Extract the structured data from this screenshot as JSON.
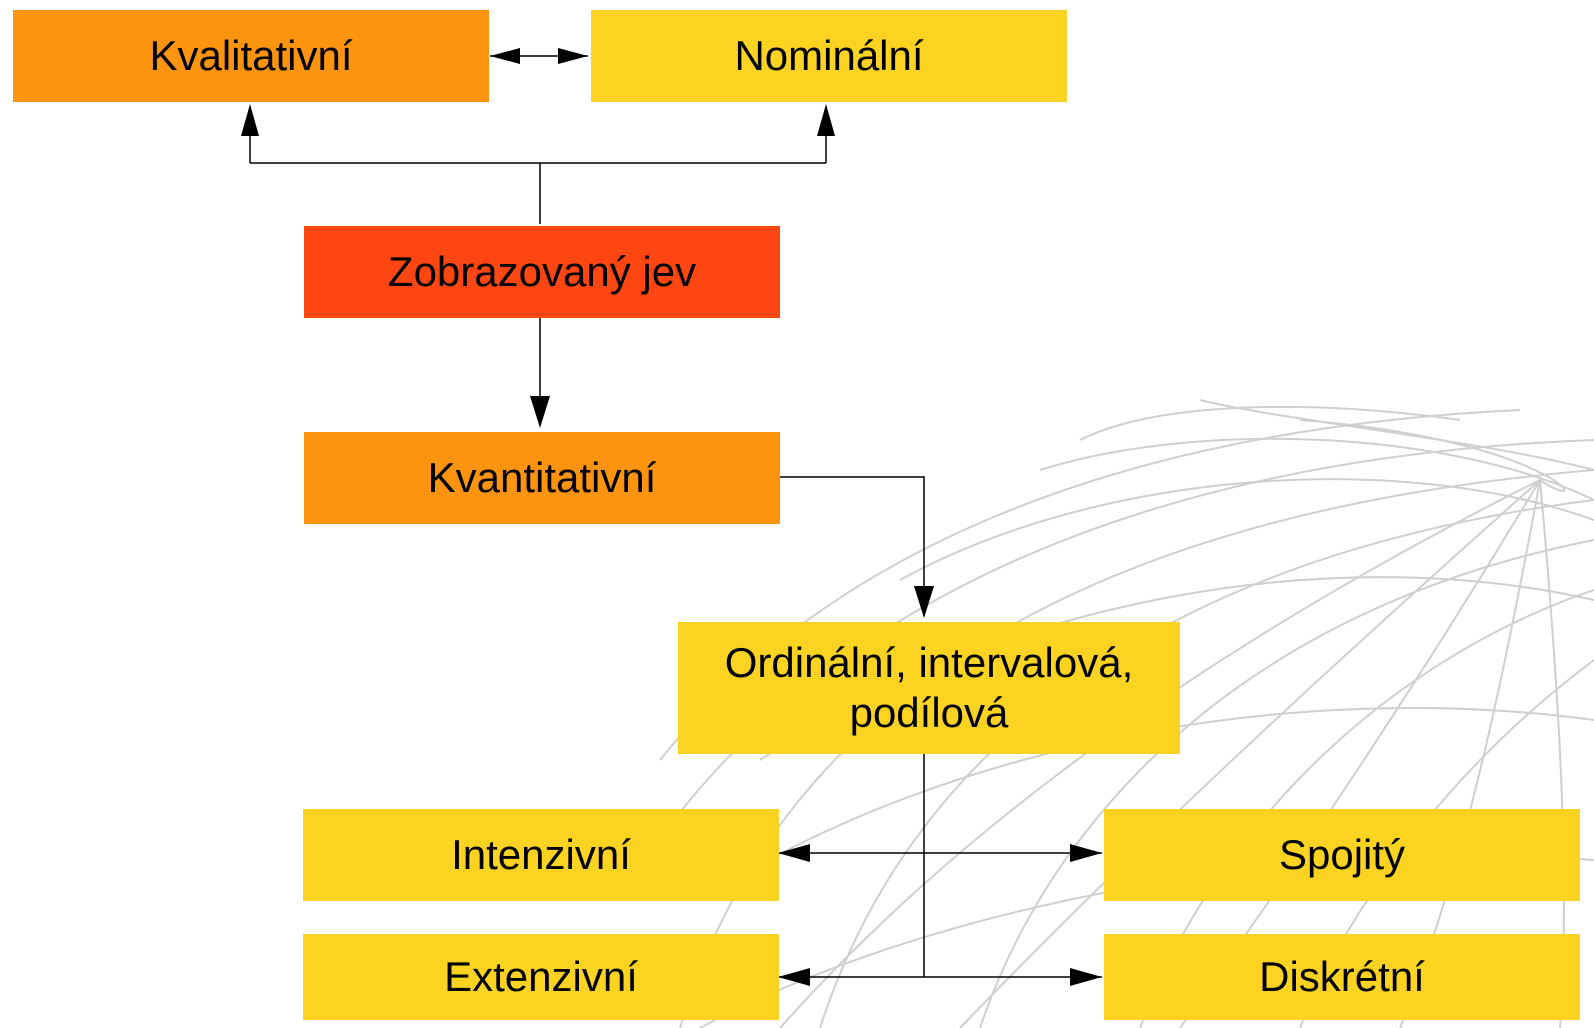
{
  "nodes": {
    "kvalitativni": "Kvalitativní",
    "nominalni": "Nominální",
    "zobrazovany": "Zobrazovaný jev",
    "kvantitativni": "Kvantitativní",
    "ordinalni_line1": "Ordinální, intervalová,",
    "ordinalni_line2": "podílová",
    "intenzivni": "Intenzivní",
    "spojity": "Spojitý",
    "extenzivni": "Extenzivní",
    "diskretni": "Diskrétní"
  },
  "colors": {
    "orange": "#fc940f",
    "yellow": "#fdd321",
    "red": "#fe4612",
    "globe_lines": "#c8c8c8"
  }
}
